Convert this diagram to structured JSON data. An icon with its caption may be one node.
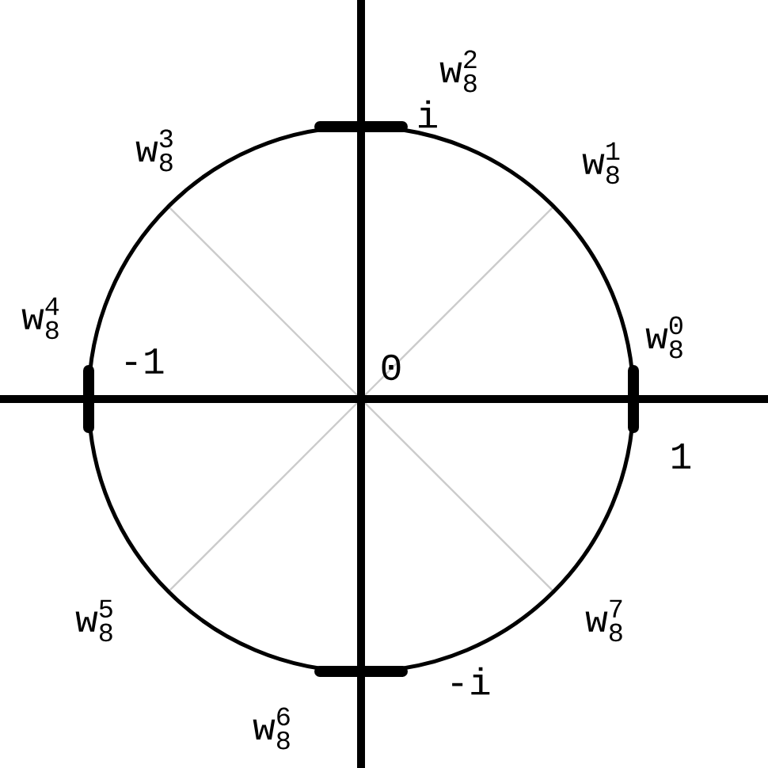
{
  "diagram": {
    "labels": [
      "\\mathtt{w}^{\\mathtt{2}}_{\\mathtt{8}}",
      "i",
      "\\mathtt{w}^{\\mathtt{3}}_{\\mathtt{8}}",
      "\\mathtt{w}^{\\mathtt{1}}_{\\mathtt{8}}",
      "\\mathtt{w}^{\\mathtt{4}}_{\\mathtt{8}}",
      "\\mathtt{w}^{\\mathtt{0}}_{\\mathtt{8}}",
      "-1",
      "0",
      "1",
      "\\mathtt{w}^{\\mathtt{5}}_{\\mathtt{8}}",
      "\\mathtt{w}^{\\mathtt{7}}_{\\mathtt{8}}",
      "\\mathtt{w}^{\\mathtt{6}}_{\\mathtt{8}}",
      "-i"
    ]
  }
}
